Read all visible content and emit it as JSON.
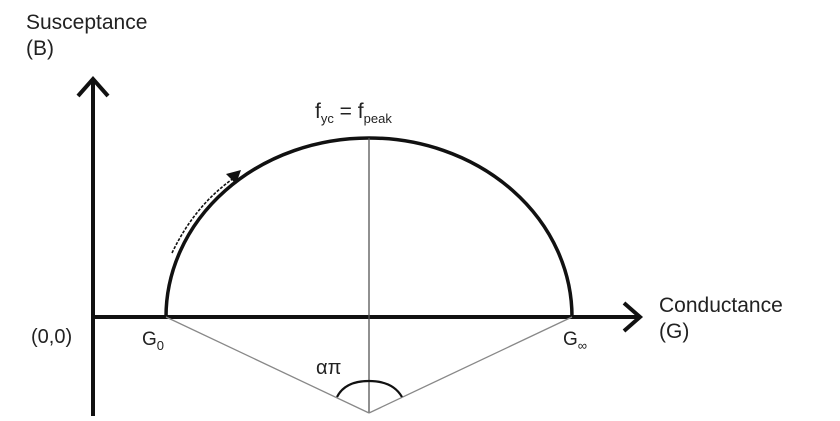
{
  "diagram": {
    "y_axis": {
      "title_line1": "Susceptance",
      "title_line2": "(B)"
    },
    "x_axis": {
      "title_line1": "Conductance",
      "title_line2": "(G)"
    },
    "origin_label": "(0,0)",
    "peak_label": {
      "f1": "f",
      "f1_sub": "yc",
      "eq": " = ",
      "f2": "f",
      "f2_sub": "peak"
    },
    "point_labels": {
      "g0": {
        "main": "G",
        "sub": "0"
      },
      "ginf": {
        "main": "G",
        "sub": "∞"
      }
    },
    "angle_label": "απ",
    "colors": {
      "curve": "#111111",
      "axis": "#111111",
      "thin_lines": "#777777"
    }
  }
}
